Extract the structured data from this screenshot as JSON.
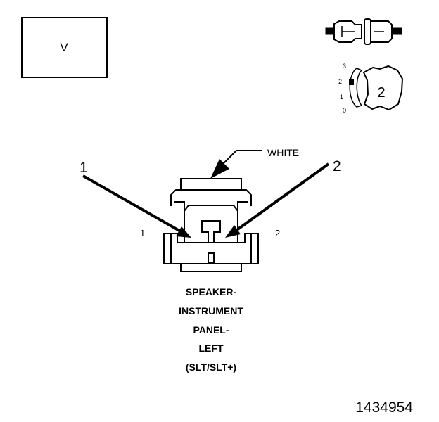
{
  "view_label": "V",
  "color_callout": "WHITE",
  "callouts": {
    "left": "1",
    "right": "2"
  },
  "cavity_labels": {
    "left": "1",
    "right": "2"
  },
  "connector_name_lines": [
    "SPEAKER-",
    "INSTRUMENT",
    "PANEL-",
    "LEFT",
    "(SLT/SLT+)"
  ],
  "key_diagram": {
    "positions": [
      "3",
      "2",
      "1",
      "0"
    ],
    "key_number": "2"
  },
  "figure_number": "1434954"
}
